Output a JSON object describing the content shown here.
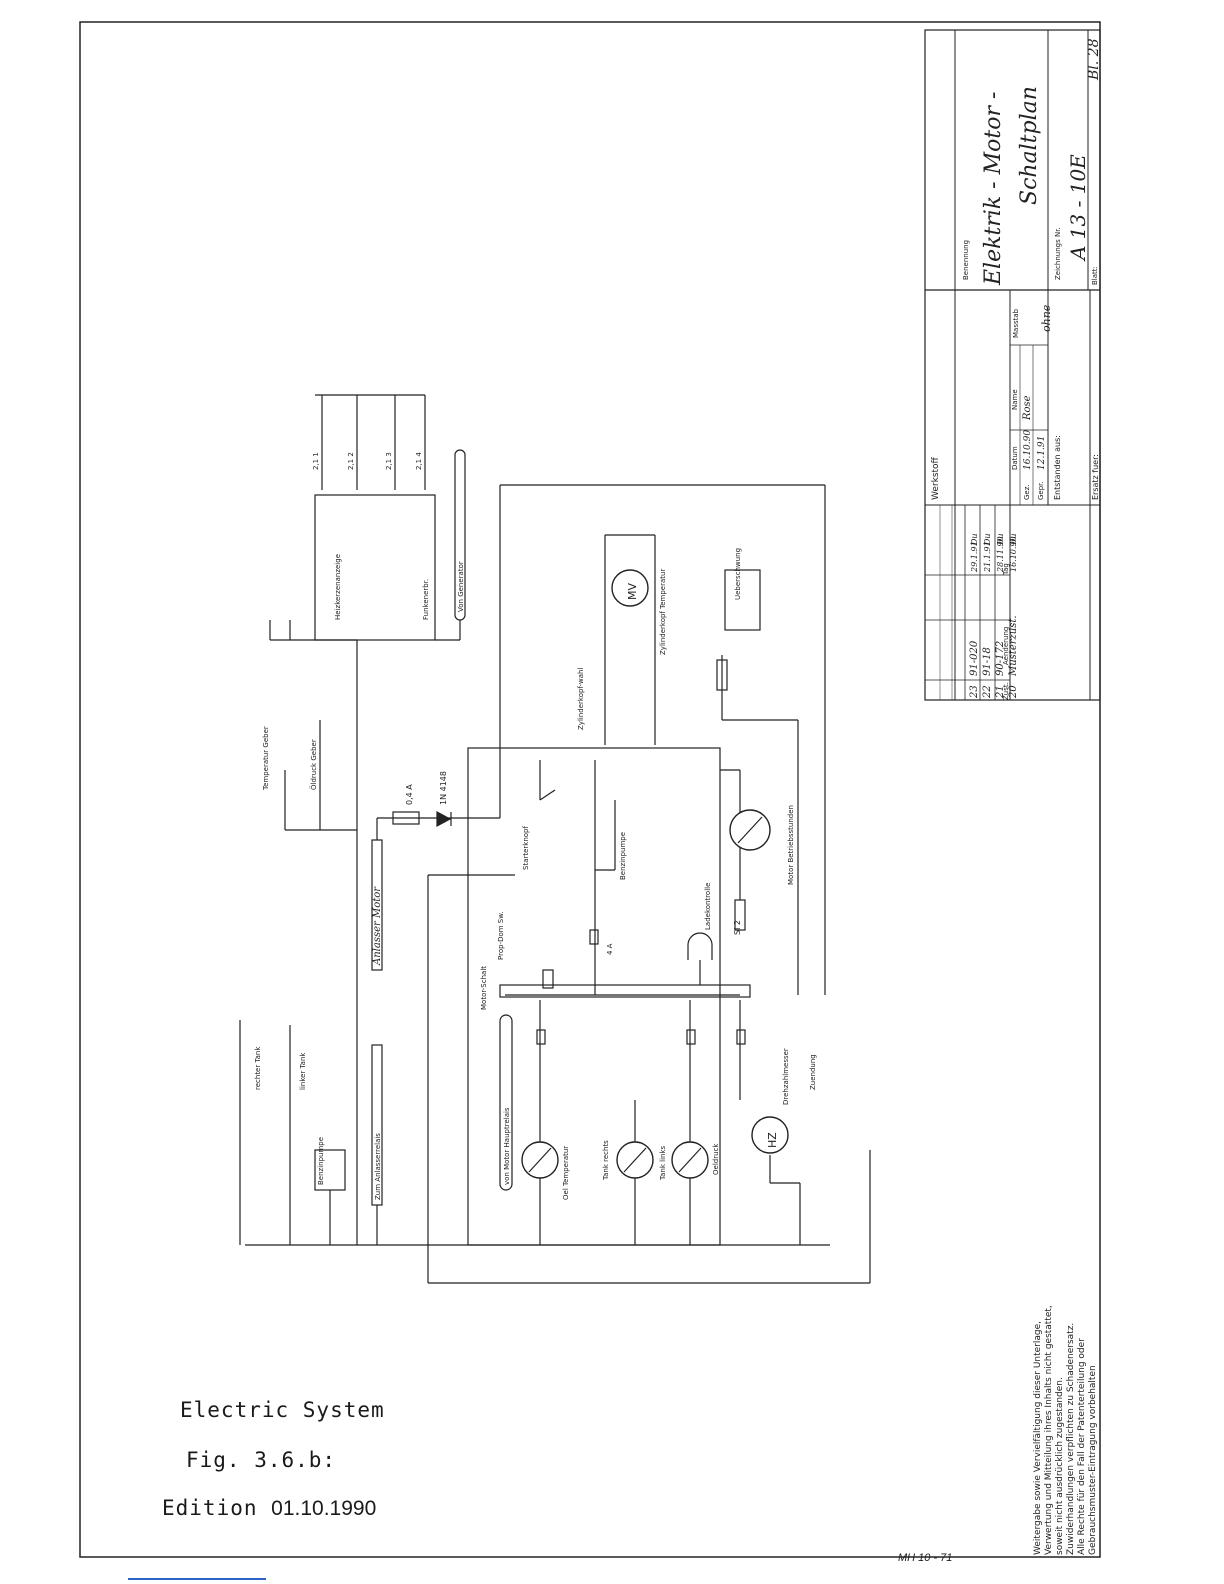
{
  "captions": {
    "electric_system": "Electric System",
    "fig": "Fig. 3.6.b:",
    "edition_label": "Edition",
    "edition_date": "01.10.1990"
  },
  "footer_code": "MH 10 - 71",
  "title_block": {
    "benennung_label": "Benennung",
    "title_line1": "Elektrik - Motor -",
    "title_line2": "Schaltplan",
    "zeichnungs_label": "Zeichnungs Nr.",
    "drawing_number": "A 13 - 10E",
    "sheet_ref": "Bl. 28",
    "blatt_label": "Blatt:",
    "werkstoff_label": "Werkstoff",
    "massstab_label": "Masstab",
    "massstab_value": "ohne",
    "entstanden_label": "Entstanden aus:",
    "ersatz_label": "Ersatz fuer:",
    "datum_label": "Datum",
    "name_label": "Name",
    "gez_label": "Gez.",
    "gez_date": "16.10.90",
    "gez_name": "Rose",
    "gepr_label": "Gepr.",
    "gepr_date": "12.1.91",
    "tag_label": "Tag",
    "zust_label": "Zust.",
    "aenderung_label": "Aenderung",
    "revisions": [
      {
        "nr": "23",
        "text": "91-020",
        "date": "29.1.91",
        "name": "Du"
      },
      {
        "nr": "22",
        "text": "91-18",
        "date": "21.1.91",
        "name": "Du"
      },
      {
        "nr": "21",
        "text": "90-172",
        "date": "28.11.90",
        "name": "Du"
      },
      {
        "nr": "20",
        "text": "Musterzust.",
        "date": "16.10.90",
        "name": "Du"
      }
    ]
  },
  "notice_lines": [
    "Weitergabe sowie Vervielfältigung dieser Unterlage,",
    "Verwertung und Mitteilung ihres Inhalts nicht gestattet,",
    "soweit nicht ausdrücklich zugestanden.",
    "Zuwiderhandlungen verpflichten zu Schadenersatz.",
    "Alle Rechte für den Fall der Patenterteilung oder",
    "Gebrauchsmuster-Eintragung vorbehalten"
  ],
  "schematic_labels": {
    "anlasser_motor": "Anlasser Motor",
    "zum_anlasserrelais": "Zum Anlasserrelais",
    "benzinpumpe_left": "Benzinpumpe",
    "rechter_tank": "rechter Tank",
    "linker_tank": "linker Tank",
    "temperatur_geber": "Temperatur Geber",
    "oeldruck_geber": "Öldruck Geber",
    "fuse_04": "0,4 A",
    "diode": "1N 4148",
    "heizkerzenanzeige": "Heizkerzenanzeige",
    "funkenerbr": "Funkenerbr.",
    "von_generator": "Von Generator",
    "zylinderkopf_wahl": "Zylinderkopf-wahl",
    "zylinderkopf_temp": "Zylinderkopf Temperatur",
    "mv": "MV",
    "ueberschwung": "Ueberschwung",
    "starterknopf": "Starterknopf",
    "benzinpumpe": "Benzinpumpe",
    "motor_betriebsstunden": "Motor Betriebsstunden",
    "ladekontrolle": "Ladekontrolle",
    "prop_dom_sw": "Prop-Dom Sw.",
    "motor_schalt": "Motor-Schalt",
    "von_motor_hauptrelais": "von Motor Hauptrelais",
    "oel_temperatur": "Oel Temperatur",
    "tank_rechts": "Tank rechts",
    "tank_links": "Tank links",
    "oeldruck": "Oeldruck",
    "drehzahlmesser": "Drehzahlmesser",
    "zuendung": "Zuendung",
    "hz": "HZ",
    "wire_211": "2,1 1",
    "wire_212": "2,1 2",
    "wire_213": "2,1 3",
    "wire_214": "2,1 4",
    "fuse_4a": "4 A",
    "si2": "Si 2"
  }
}
